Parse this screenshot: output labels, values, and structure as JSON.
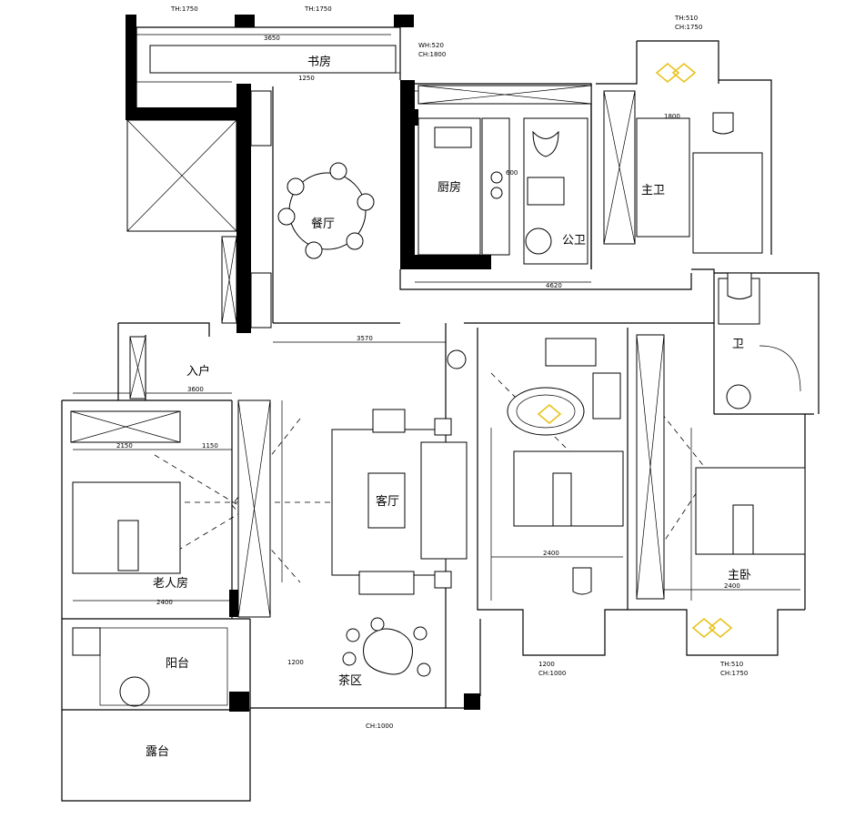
{
  "rooms": {
    "dining": "餐厅",
    "kitchen": "厨房",
    "master_bath": "主卫",
    "public_toilet": "公卫",
    "bath": "卫",
    "entry": "入户",
    "living": "客厅",
    "old_room": "老人房",
    "balcony_1": "阳台",
    "balcony_2": "露台",
    "tea": "茶区",
    "bedroom": "主卧",
    "study": "书房"
  },
  "dims": {
    "d_top_l": "TH:1750",
    "d_top_m": "TH:1750",
    "d_wh1": "WH:520",
    "d_wh2": "CH:1800",
    "d_tr1": "TH:510",
    "d_tr2": "CH:1750",
    "d_1250": "1250",
    "d_3650": "3650",
    "d_4620": "4620",
    "d_3570": "3570",
    "d_2150": "2150",
    "d_1150": "1150",
    "d_2400": "2400",
    "d_3600": "3600",
    "d_2400b": "2400",
    "d_1200": "1200",
    "d_2400c": "2400",
    "d_w1": "1200",
    "d_w2": "CH:1000",
    "d_w3": "TH:510",
    "d_w4": "CH:1750",
    "d_bottom": "CH:1000",
    "d_600": "600",
    "d_1800": "1800"
  }
}
